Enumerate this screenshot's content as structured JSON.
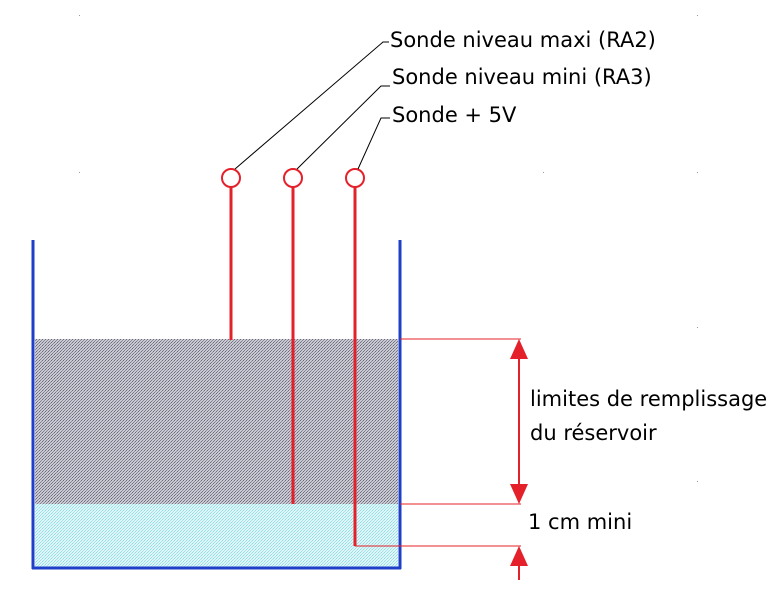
{
  "labels": {
    "probe_max": "Sonde niveau maxi (RA2)",
    "probe_min": "Sonde niveau mini (RA3)",
    "probe_5v": "Sonde + 5V",
    "fill_limits_line1": "limites de remplissage",
    "fill_limits_line2": "du réservoir",
    "min_distance": "1 cm mini"
  },
  "colors": {
    "tank_wall": "#1f3fc9",
    "probe": "#e4202a",
    "dimension": "#e4202a",
    "upper_water": "#8a8a9a",
    "lower_water": "#a8e4ea",
    "leader_line": "#000000",
    "text": "#000000"
  }
}
